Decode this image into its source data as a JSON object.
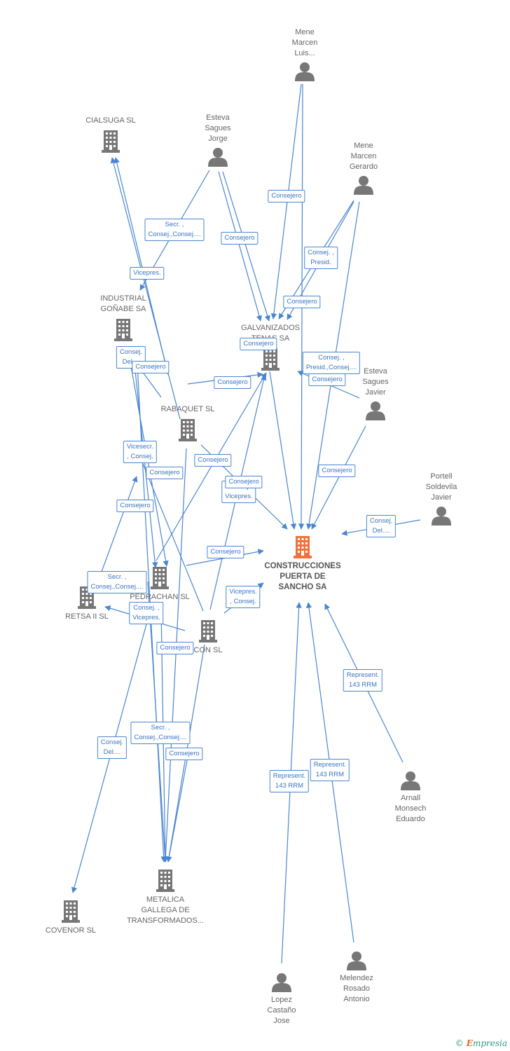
{
  "colors": {
    "edge": "#4a86d0",
    "node": "#777777",
    "main_node": "#f07040",
    "label_text": "#3a74c0"
  },
  "nodes": [
    {
      "id": "mene_luis",
      "kind": "person",
      "label_lines": [
        "Mene",
        "Marcen",
        "Luis..."
      ],
      "label_pos": "above"
    },
    {
      "id": "esteva_jorge",
      "kind": "person",
      "label_lines": [
        "Esteva",
        "Sagues",
        "Jorge"
      ],
      "label_pos": "above"
    },
    {
      "id": "mene_gerardo",
      "kind": "person",
      "label_lines": [
        "Mene",
        "Marcen",
        "Gerardo"
      ],
      "label_pos": "above"
    },
    {
      "id": "cialsuga",
      "kind": "company",
      "label_lines": [
        "CIALSUGA SL"
      ],
      "label_pos": "above"
    },
    {
      "id": "industrial",
      "kind": "company",
      "label_lines": [
        "INDUSTRIAL",
        "GOÑABE SA"
      ],
      "label_pos": "above"
    },
    {
      "id": "galvanizados",
      "kind": "company",
      "label_lines": [
        "GALVANIZADOS",
        "TENAS SA"
      ],
      "label_pos": "above"
    },
    {
      "id": "esteva_javier",
      "kind": "person",
      "label_lines": [
        "Esteva",
        "Sagues",
        "Javier"
      ],
      "label_pos": "above"
    },
    {
      "id": "rabaquet",
      "kind": "company",
      "label_lines": [
        "RABAQUET SL"
      ],
      "label_pos": "above"
    },
    {
      "id": "portell",
      "kind": "person",
      "label_lines": [
        "Portell",
        "Soldevila",
        "Javier"
      ],
      "label_pos": "above"
    },
    {
      "id": "construcciones",
      "kind": "main",
      "label_lines": [
        "CONSTRUCCIONES",
        "PUERTA DE",
        "SANCHO SA"
      ],
      "label_pos": "below"
    },
    {
      "id": "pedrachan",
      "kind": "company",
      "label_lines": [
        "PEDRACHAN SL"
      ],
      "label_pos": "below"
    },
    {
      "id": "retsa",
      "kind": "company",
      "label_lines": [
        "RETSA II SL"
      ],
      "label_pos": "below"
    },
    {
      "id": "con",
      "kind": "company",
      "label_lines": [
        "CON SL"
      ],
      "label_pos": "below"
    },
    {
      "id": "arnall",
      "kind": "person",
      "label_lines": [
        "Arnall",
        "Monsech",
        "Eduardo"
      ],
      "label_pos": "below"
    },
    {
      "id": "metalica",
      "kind": "company",
      "label_lines": [
        "METALICA",
        "GALLEGA DE",
        "TRANSFORMADOS..."
      ],
      "label_pos": "below"
    },
    {
      "id": "covenor",
      "kind": "company",
      "label_lines": [
        "COVENOR SL"
      ],
      "label_pos": "below"
    },
    {
      "id": "melendez",
      "kind": "person",
      "label_lines": [
        "Melendez",
        "Rosado",
        "Antonio"
      ],
      "label_pos": "below"
    },
    {
      "id": "lopez",
      "kind": "person",
      "label_lines": [
        "Lopez",
        "Castaño",
        "Jose"
      ],
      "label_pos": "below"
    }
  ],
  "edge_labels": [
    {
      "text": [
        "Consejero"
      ]
    },
    {
      "text": [
        "Secr. ,",
        "Consej.,Consej...."
      ]
    },
    {
      "text": [
        "Consejero"
      ]
    },
    {
      "text": [
        "Consej. ,",
        "Presid."
      ]
    },
    {
      "text": [
        "Vicepres."
      ]
    },
    {
      "text": [
        "Consejero"
      ]
    },
    {
      "text": [
        "Consejero"
      ]
    },
    {
      "text": [
        "Consej.",
        "Del...."
      ]
    },
    {
      "text": [
        "Consejero"
      ]
    },
    {
      "text": [
        "Consej. ,",
        "Presid.,Consej...."
      ]
    },
    {
      "text": [
        "Consejero"
      ]
    },
    {
      "text": [
        "Consejero"
      ]
    },
    {
      "text": [
        "Vicesecr.",
        ", Consej."
      ]
    },
    {
      "text": [
        "Consejero"
      ]
    },
    {
      "text": [
        "Consejero"
      ]
    },
    {
      "text": [
        "Consejero"
      ]
    },
    {
      "text": [
        "Consej.",
        "Vicepres."
      ]
    },
    {
      "text": [
        "Consej.",
        "Del...."
      ]
    },
    {
      "text": [
        "Consejero"
      ]
    },
    {
      "text": [
        "Consejero"
      ]
    },
    {
      "text": [
        "Secr. ,",
        "Consej.,Consej...."
      ]
    },
    {
      "text": [
        "Vicepres.",
        ", Consej."
      ]
    },
    {
      "text": [
        "Consej. ,",
        "Vicepres."
      ]
    },
    {
      "text": [
        "Consejero"
      ]
    },
    {
      "text": [
        "Represent.",
        "143 RRM"
      ]
    },
    {
      "text": [
        "Secr. ,",
        "Consej.,Consej...."
      ]
    },
    {
      "text": [
        "Consejero"
      ]
    },
    {
      "text": [
        "Consej.",
        "Del...."
      ]
    },
    {
      "text": [
        "Represent.",
        "143 RRM"
      ]
    },
    {
      "text": [
        "Represent.",
        "143 RRM"
      ]
    },
    {
      "text": [
        "Consejero"
      ]
    }
  ],
  "footer": {
    "copyright": "©",
    "brand_e": "E",
    "brand_rest": "mpresia"
  }
}
